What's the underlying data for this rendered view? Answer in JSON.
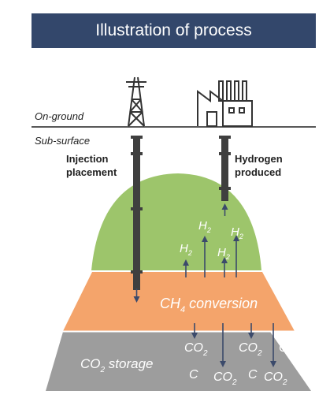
{
  "title": "Illustration of process",
  "labels": {
    "on_ground": "On-ground",
    "sub_surface": "Sub-surface",
    "injection": [
      "Injection",
      "placement"
    ],
    "hydrogen": [
      "Hydrogen",
      "produced"
    ]
  },
  "layers": {
    "conversion": {
      "main": "CH",
      "sub": "4",
      "rest": " conversion"
    },
    "storage": {
      "main": "CO",
      "sub": "2",
      "rest": " storage"
    }
  },
  "h2_labels": [
    {
      "main": "H",
      "sub": "2"
    },
    {
      "main": "H",
      "sub": "2"
    },
    {
      "main": "H",
      "sub": "2"
    },
    {
      "main": "H",
      "sub": "2"
    }
  ],
  "storage_items": [
    {
      "main": "CO",
      "sub": "2"
    },
    {
      "main": "C",
      "sub": ""
    },
    {
      "main": "CO",
      "sub": "2"
    },
    {
      "main": "CO",
      "sub": "2"
    },
    {
      "main": "C",
      "sub": ""
    },
    {
      "main": "C",
      "sub": ""
    },
    {
      "main": "CO",
      "sub": "2"
    }
  ],
  "colors": {
    "banner": "#33476b",
    "reservoir": "#9dc56b",
    "conversion": "#f4a46b",
    "storage": "#9d9d9d",
    "pipe": "#3f3f3f",
    "arrow": "#3b4a6b"
  },
  "icons": {
    "rig": "oil-derrick-icon",
    "plant": "factory-icon"
  }
}
